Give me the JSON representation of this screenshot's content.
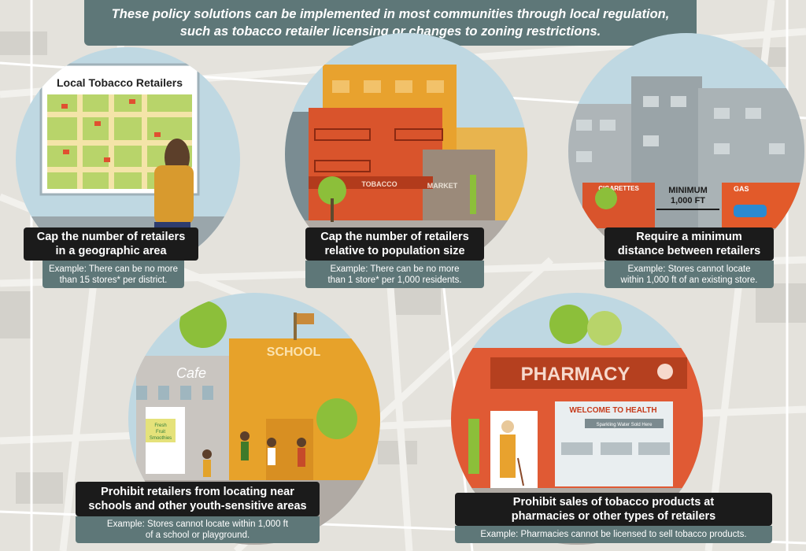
{
  "banner": {
    "line1": "These policy solutions can be implemented in most communities through local regulation,",
    "line2": "such as tobacco retailer licensing or changes to zoning restrictions."
  },
  "panels": [
    {
      "title1": "Cap the number of retailers",
      "title2": "in a geographic area",
      "example1": "Example: There can be no more",
      "example2": "than 15 stores* per district.",
      "sign": "Local Tobacco Retailers"
    },
    {
      "title1": "Cap the number of retailers",
      "title2": "relative to population size",
      "example1": "Example: There can be no more",
      "example2": "than 1 store* per 1,000 residents.",
      "store1": "TOBACCO",
      "store2": "MARKET"
    },
    {
      "title1": "Require a minimum",
      "title2": "distance between retailers",
      "example1": "Example: Stores cannot locate",
      "example2": "within 1,000 ft of an existing store.",
      "store1": "CIGARETTES",
      "store2": "GAS",
      "distance1": "MINIMUM",
      "distance2": "1,000 FT"
    },
    {
      "title1": "Prohibit retailers from locating near",
      "title2": "schools and other youth-sensitive areas",
      "example1": "Example: Stores cannot locate within 1,000 ft",
      "example2": "of a school or playground.",
      "cafe": "Cafe",
      "school": "SCHOOL",
      "poster1": "Fresh",
      "poster2": "Fruit",
      "poster3": "Smoothies"
    },
    {
      "title1": "Prohibit sales of tobacco products at",
      "title2": "pharmacies or other types of retailers",
      "example1": "Example: Pharmacies cannot be licensed to sell tobacco products.",
      "pharmacy": "PHARMACY",
      "welcome": "WELCOME TO HEALTH",
      "water": "Sparkling Water Sold Here"
    }
  ],
  "colors": {
    "banner": "#5e7778",
    "title_box": "#1b1b1b",
    "map_bg": "#e4e2dc",
    "circle_bg": "#bfd8e2"
  }
}
